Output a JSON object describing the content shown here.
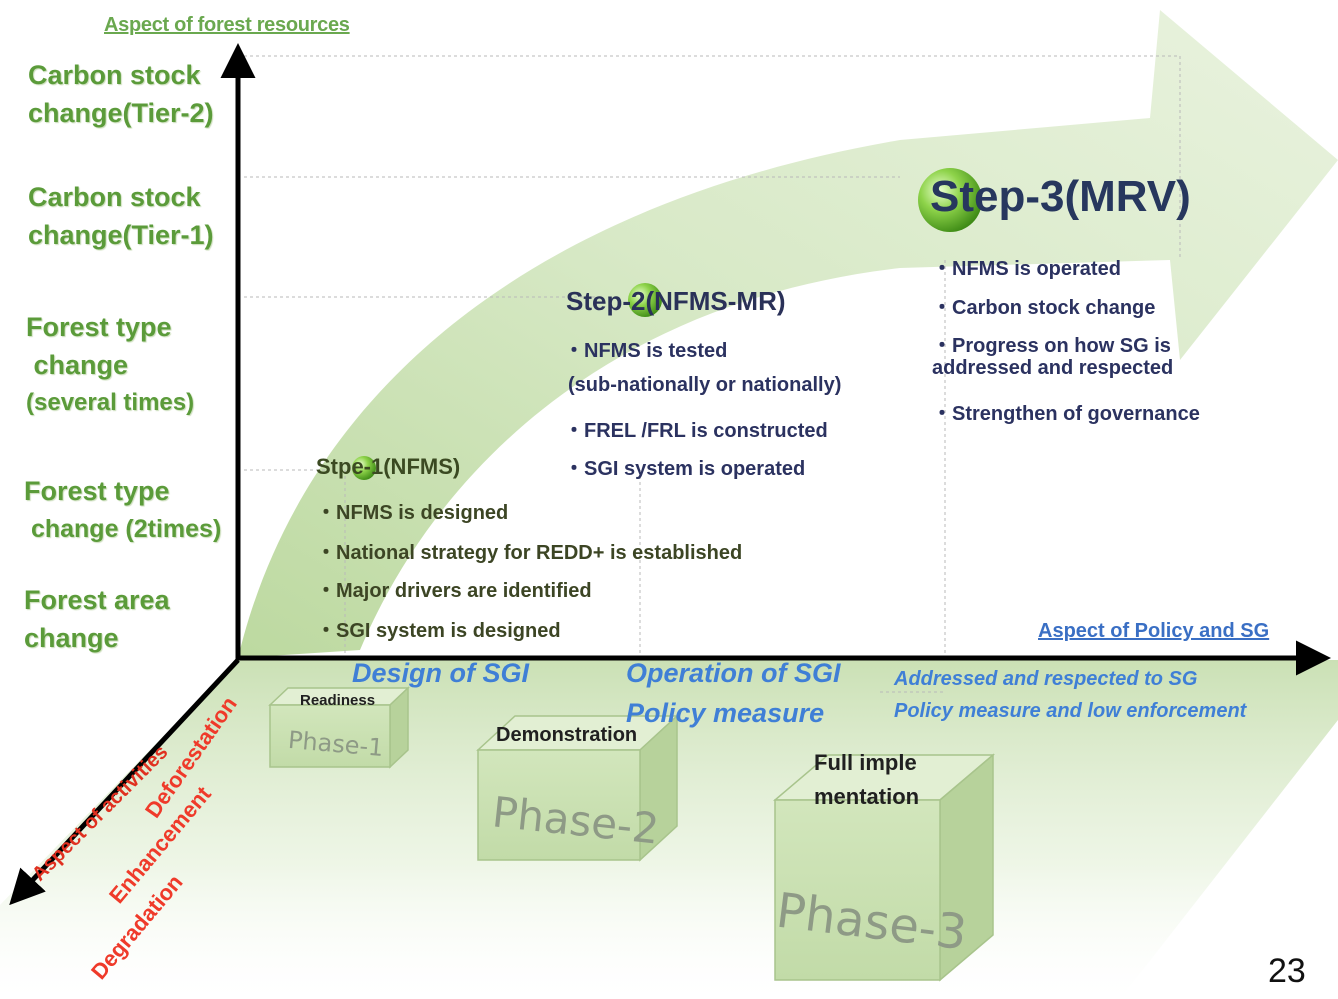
{
  "y_axis": {
    "title": "Aspect of forest resources",
    "levels": [
      [
        "Carbon stock",
        "change(Tier-2)"
      ],
      [
        "Carbon stock",
        "change(Tier-1)"
      ],
      [
        "Forest type",
        " change",
        "(several times)"
      ],
      [
        "Forest type",
        " change (2times)"
      ],
      [
        "Forest area",
        "change"
      ]
    ]
  },
  "x_axis": {
    "title": "Aspect of Policy and SG",
    "items": [
      "Design of SGI",
      "Operation of SGI",
      "Policy measure",
      "Addressed and respected to SG",
      "Policy measure and low enforcement"
    ]
  },
  "z_axis": {
    "title": "Aspect of activities",
    "items": [
      "Deforestation",
      "Enhancement",
      "Degradation"
    ]
  },
  "steps": [
    {
      "title": "Stpe-1(NFMS)",
      "bullets": [
        "・NFMS is designed",
        "・National strategy for REDD+ is established",
        "・Major drivers are identified",
        "・SGI system is designed"
      ]
    },
    {
      "title": "Step-2(NFMS-MR)",
      "bullets": [
        "・NFMS is tested",
        "(sub-nationally or nationally)",
        "・FREL /FRL is constructed",
        "・SGI system is operated"
      ]
    },
    {
      "title": "Step-3(MRV)",
      "bullets": [
        "・NFMS is operated",
        "・Carbon stock change",
        "・Progress on how SG is",
        "addressed and respected",
        "・Strengthen of governance"
      ]
    }
  ],
  "phases": [
    {
      "name": "Readiness",
      "label": "Phase-1"
    },
    {
      "name": "Demonstration",
      "label": "Phase-2"
    },
    {
      "name_lines": [
        "Full imple",
        "mentation"
      ],
      "label": "Phase-3"
    }
  ],
  "colors": {
    "arrow": "#d3e6bf",
    "axis": "#000000",
    "green_text": "#5b9b3a",
    "blue_text": "#3f7fd6",
    "red_text": "#ef3a2a"
  },
  "page_number": "23"
}
